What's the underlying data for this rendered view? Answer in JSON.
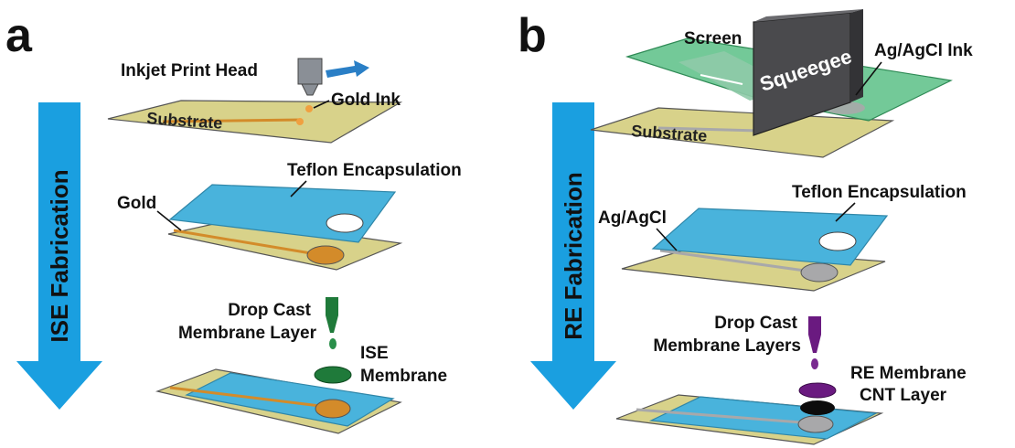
{
  "panel_a": {
    "letter": "a",
    "arrow_label": "ISE Fabrication",
    "inkjet_label": "Inkjet Print Head",
    "gold_ink_label": "Gold Ink",
    "substrate_label": "Substrate",
    "teflon_label": "Teflon Encapsulation",
    "gold_label": "Gold",
    "dropcast_line1": "Drop Cast",
    "dropcast_line2": "Membrane Layer",
    "membrane_line1": "ISE",
    "membrane_line2": "Membrane"
  },
  "panel_b": {
    "letter": "b",
    "arrow_label": "RE Fabrication",
    "screen_label": "Screen",
    "squeegee_label": "Squeegee",
    "ink_label": "Ag/AgCl Ink",
    "substrate_label": "Substrate",
    "teflon_label": "Teflon Encapsulation",
    "agcl_label": "Ag/AgCl",
    "dropcast_line1": "Drop Cast",
    "dropcast_line2": "Membrane Layers",
    "re_membrane_label": "RE Membrane",
    "cnt_label": "CNT Layer"
  },
  "colors": {
    "arrow_blue": "#1a9fe0",
    "substrate": "#d8d28a",
    "teflon": "#49b3dc",
    "gold": "#d38b2a",
    "screen_green": "#5bbf86",
    "squeegee": "#4a4a4d",
    "agcl": "#a8a8aa",
    "ise_membrane": "#1f7a3a",
    "re_membrane": "#6a1a80"
  }
}
